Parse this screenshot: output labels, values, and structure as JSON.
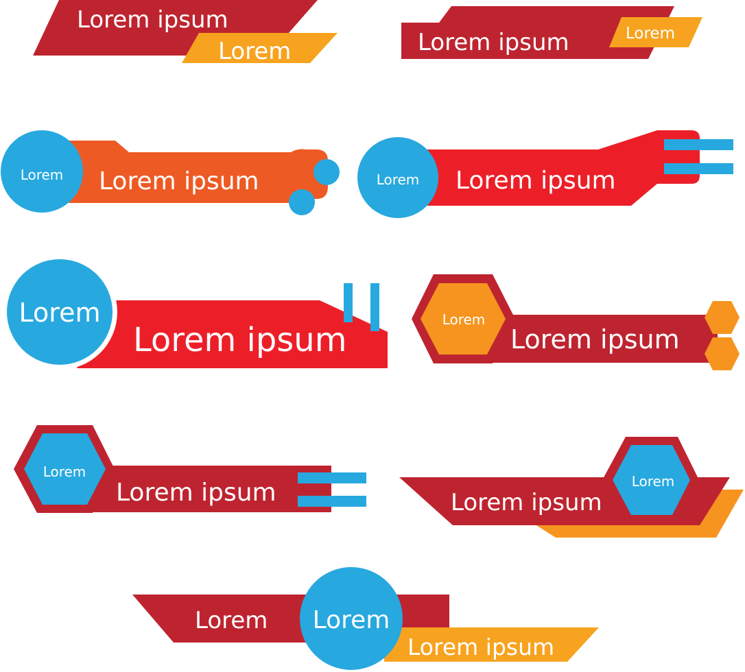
{
  "colors": {
    "crimson": "#BE2430",
    "red": "#EC1F28",
    "orange_red": "#EE5A24",
    "amber": "#F7A320",
    "orange": "#F6941F",
    "blue": "#27A8DF",
    "text": "#FFFFFF"
  },
  "banners": [
    {
      "name": "banner-1",
      "main_label": "Lorem ipsum",
      "sub_label": "Lorem"
    },
    {
      "name": "banner-2",
      "main_label": "Lorem ipsum",
      "sub_label": "Lorem"
    },
    {
      "name": "banner-3",
      "main_label": "Lorem ipsum",
      "badge_label": "Lorem"
    },
    {
      "name": "banner-4",
      "main_label": "Lorem ipsum",
      "badge_label": "Lorem"
    },
    {
      "name": "banner-5",
      "main_label": "Lorem ipsum",
      "badge_label": "Lorem"
    },
    {
      "name": "banner-6",
      "main_label": "Lorem ipsum",
      "badge_label": "Lorem"
    },
    {
      "name": "banner-7",
      "main_label": "Lorem ipsum",
      "badge_label": "Lorem"
    },
    {
      "name": "banner-8",
      "main_label": "Lorem ipsum",
      "badge_label": "Lorem"
    },
    {
      "name": "banner-9",
      "left_label": "Lorem",
      "badge_label": "Lorem",
      "sub_label": "Lorem ipsum"
    }
  ]
}
